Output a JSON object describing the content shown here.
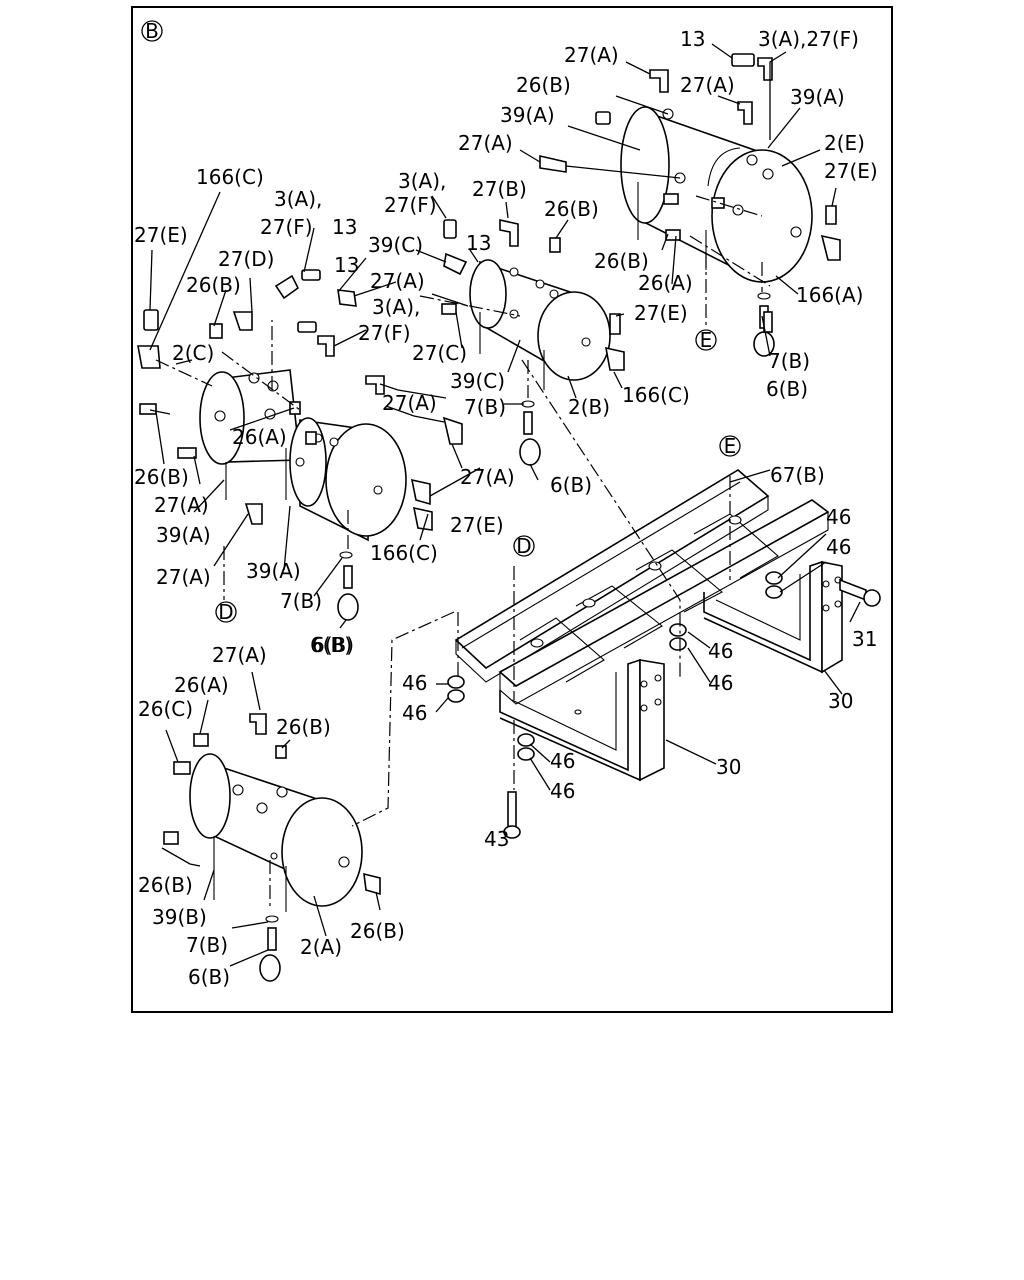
{
  "view_marker": "B",
  "callouts": [
    {
      "id": "c1",
      "text": "13"
    },
    {
      "id": "c2",
      "text": "3(A),27(F)"
    },
    {
      "id": "c3",
      "text": "27(A)"
    },
    {
      "id": "c4",
      "text": "26(B)"
    },
    {
      "id": "c5",
      "text": "27(A)"
    },
    {
      "id": "c6",
      "text": "39(A)"
    },
    {
      "id": "c7",
      "text": "39(A)"
    },
    {
      "id": "c8",
      "text": "27(A)"
    },
    {
      "id": "c9",
      "text": "2(E)"
    },
    {
      "id": "c10",
      "text": "27(E)"
    },
    {
      "id": "c11",
      "text": "166(C)"
    },
    {
      "id": "c12",
      "text": "3(A),"
    },
    {
      "id": "c13",
      "text": "27(B)"
    },
    {
      "id": "c14",
      "text": "26(B)"
    },
    {
      "id": "c15",
      "text": "27(F)"
    },
    {
      "id": "c16",
      "text": "13"
    },
    {
      "id": "c17",
      "text": "39(C)"
    },
    {
      "id": "c18",
      "text": "26(B)"
    },
    {
      "id": "c19",
      "text": "26(A)"
    },
    {
      "id": "c20",
      "text": "166(A)"
    },
    {
      "id": "c21",
      "text": "3(A),"
    },
    {
      "id": "c22",
      "text": "27(F)"
    },
    {
      "id": "c23",
      "text": "13"
    },
    {
      "id": "c24",
      "text": "27(E)"
    },
    {
      "id": "c25",
      "text": "27(D)"
    },
    {
      "id": "c26",
      "text": "13"
    },
    {
      "id": "c27",
      "text": "27(A)"
    },
    {
      "id": "c28",
      "text": "3(A),"
    },
    {
      "id": "c29",
      "text": "27(E)"
    },
    {
      "id": "c30",
      "text": "26(B)"
    },
    {
      "id": "c31",
      "text": "27(F)"
    },
    {
      "id": "c32",
      "text": "27(C)"
    },
    {
      "id": "c33",
      "text": "7(B)"
    },
    {
      "id": "c34",
      "text": "2(C)"
    },
    {
      "id": "c35",
      "text": "39(C)"
    },
    {
      "id": "c36",
      "text": "166(C)"
    },
    {
      "id": "c37",
      "text": "6(B)"
    },
    {
      "id": "c38",
      "text": "27(A)"
    },
    {
      "id": "c39",
      "text": "7(B)"
    },
    {
      "id": "c40",
      "text": "2(B)"
    },
    {
      "id": "c41",
      "text": "26(A)"
    },
    {
      "id": "c42",
      "text": "6(B)"
    },
    {
      "id": "c43",
      "text": "26(B)"
    },
    {
      "id": "c44",
      "text": "27(A)"
    },
    {
      "id": "c45",
      "text": "27(A)"
    },
    {
      "id": "c46",
      "text": "6(B)"
    },
    {
      "id": "c47",
      "text": "67(B)"
    },
    {
      "id": "c48",
      "text": "27(E)"
    },
    {
      "id": "c49",
      "text": "39(A)"
    },
    {
      "id": "c50",
      "text": "46"
    },
    {
      "id": "c51",
      "text": "166(C)"
    },
    {
      "id": "c52",
      "text": "46"
    },
    {
      "id": "c53",
      "text": "27(A)"
    },
    {
      "id": "c54",
      "text": "39(A)"
    },
    {
      "id": "c55",
      "text": "7(B)"
    },
    {
      "id": "c56",
      "text": "31"
    },
    {
      "id": "c57",
      "text": "6(B)"
    },
    {
      "id": "c58",
      "text": "46"
    },
    {
      "id": "c59",
      "text": "46"
    },
    {
      "id": "c60",
      "text": "30"
    },
    {
      "id": "c61",
      "text": "27(A)"
    },
    {
      "id": "c62",
      "text": "26(A)"
    },
    {
      "id": "c63",
      "text": "46"
    },
    {
      "id": "c64",
      "text": "46"
    },
    {
      "id": "c65",
      "text": "26(C)"
    },
    {
      "id": "c66",
      "text": "26(B)"
    },
    {
      "id": "c67",
      "text": "46"
    },
    {
      "id": "c68",
      "text": "30"
    },
    {
      "id": "c69",
      "text": "46"
    },
    {
      "id": "c70",
      "text": "43"
    },
    {
      "id": "c71",
      "text": "26(B)"
    },
    {
      "id": "c72",
      "text": "39(B)"
    },
    {
      "id": "c73",
      "text": "26(B)"
    },
    {
      "id": "c74",
      "text": "7(B)"
    },
    {
      "id": "c75",
      "text": "2(A)"
    },
    {
      "id": "c76",
      "text": "6(B)"
    }
  ],
  "connection_marks": [
    {
      "id": "m1",
      "text": "E"
    },
    {
      "id": "m2",
      "text": "E"
    },
    {
      "id": "m3",
      "text": "D"
    },
    {
      "id": "m4",
      "text": "D"
    }
  ]
}
